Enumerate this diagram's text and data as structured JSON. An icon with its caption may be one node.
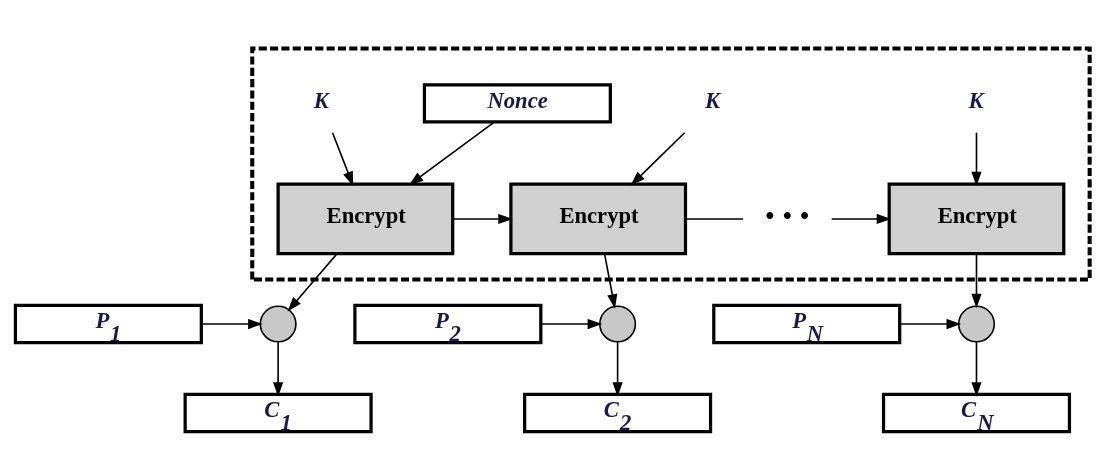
{
  "diagram": {
    "nodes": [
      {
        "text": [],
        "shape": "box"
      },
      {
        "text": [
          "Nonce"
        ],
        "in": 0
      },
      {
        "text": [
          "K"
        ],
        "in": 0
      },
      {
        "text": [
          "Encrypt"
        ],
        "in": 0
      },
      {
        "text": [
          "K"
        ],
        "in": 0
      },
      {
        "text": [
          "Encrypt"
        ],
        "in": 0
      },
      {
        "text": [
          "• • •"
        ],
        "in": 0
      },
      {
        "text": [
          "K"
        ],
        "in": 0
      },
      {
        "text": [
          "Encrypt"
        ],
        "in": 0
      },
      {
        "text": [
          "P$_{1}$"
        ]
      },
      {
        "text": [],
        "shape": "circle"
      },
      {
        "text": [
          "C$_{1}$"
        ]
      },
      {
        "text": [
          "P$_{2}$"
        ]
      },
      {
        "text": [],
        "shape": "circle"
      },
      {
        "text": [
          "C$_{2}$"
        ]
      },
      {
        "text": [
          "P$_{N}$"
        ]
      },
      {
        "text": [],
        "shape": "circle"
      },
      {
        "text": [
          "C$_{N}$"
        ]
      }
    ],
    "edges": [
      {
        "from": 1,
        "to": 3,
        "arrow": "to"
      },
      {
        "from": 2,
        "to": 3,
        "arrow": "to"
      },
      {
        "from": 3,
        "to": 10,
        "arrow": "to"
      },
      {
        "from": 3,
        "to": 5,
        "arrow": "to"
      },
      {
        "from": 4,
        "to": 5,
        "arrow": "to"
      },
      {
        "from": 5,
        "to": 13,
        "arrow": "to"
      },
      {
        "from": 5,
        "to": 6,
        "arrow": "none"
      },
      {
        "from": 6,
        "to": 8,
        "arrow": "to"
      },
      {
        "from": 7,
        "to": 8,
        "arrow": "to"
      },
      {
        "from": 8,
        "to": 16,
        "arrow": "to"
      },
      {
        "from": 9,
        "to": 10,
        "arrow": "to"
      },
      {
        "from": 10,
        "to": 11,
        "arrow": "to"
      },
      {
        "from": 12,
        "to": 13,
        "arrow": "to"
      },
      {
        "from": 13,
        "to": 14,
        "arrow": "to"
      },
      {
        "from": 15,
        "to": 16,
        "arrow": "to"
      },
      {
        "from": 16,
        "to": 17,
        "arrow": "to"
      }
    ]
  }
}
